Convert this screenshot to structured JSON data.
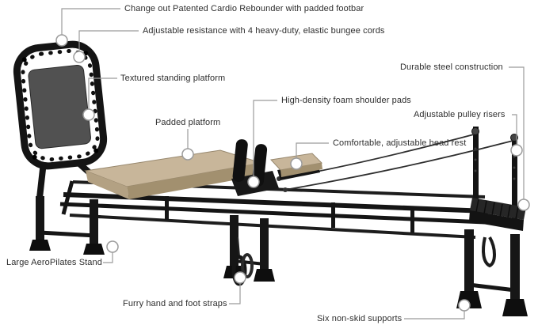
{
  "callouts": [
    {
      "id": "cardio-rebounder",
      "label": "Change out Patented Cardio Rebounder with padded footbar"
    },
    {
      "id": "bungee-cords",
      "label": "Adjustable resistance with 4 heavy-duty, elastic bungee cords"
    },
    {
      "id": "standing-platform",
      "label": "Textured standing platform"
    },
    {
      "id": "padded-platform",
      "label": "Padded platform"
    },
    {
      "id": "shoulder-pads",
      "label": "High-density foam shoulder pads"
    },
    {
      "id": "head-rest",
      "label": "Comfortable, adjustable head rest"
    },
    {
      "id": "steel-construction",
      "label": "Durable steel construction"
    },
    {
      "id": "pulley-risers",
      "label": "Adjustable pulley risers"
    },
    {
      "id": "stand",
      "label": "Large AeroPilates Stand"
    },
    {
      "id": "straps",
      "label": "Furry hand and foot straps"
    },
    {
      "id": "supports",
      "label": "Six non-skid supports"
    }
  ],
  "colors": {
    "background": "#ffffff",
    "frame_black": "#161616",
    "pad_tan": "#c8b69a",
    "pad_tan_shadow": "#a2906f",
    "mesh_gray": "#515151",
    "callout_line_gray": "#9b9b9b",
    "label_text": "#2e2e2e"
  }
}
